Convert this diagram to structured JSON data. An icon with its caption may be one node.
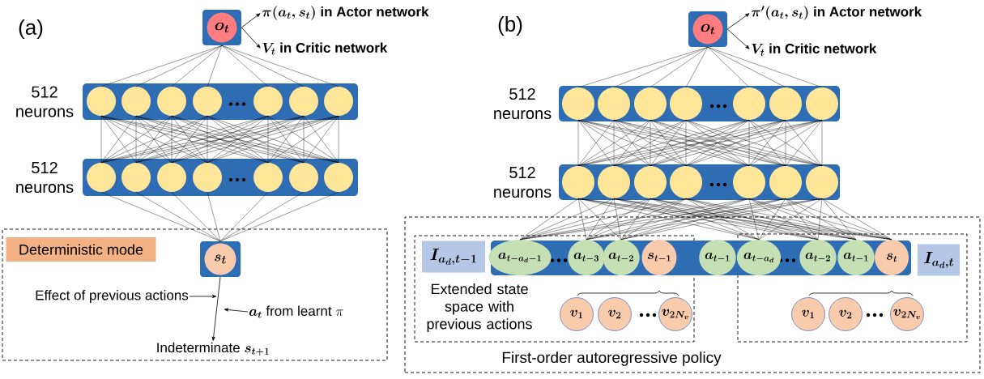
{
  "diagram": {
    "nodes": [
      {
        "text": [
          "o_t"
        ]
      },
      {
        "text": [
          "\\pi(a_t, s_t)\\text{ in Actor network}"
        ]
      },
      {
        "text": [
          "V_t\\text{ in Critic network}"
        ]
      },
      {
        "text": [],
        "shape": "bar",
        "beside": [
          "512 neurons"
        ]
      },
      {
        "text": [],
        "shape": "circle",
        "in": 3
      },
      {
        "text": [],
        "shape": "circle",
        "in": 3
      },
      {
        "text": [],
        "shape": "circle",
        "in": 3
      },
      {
        "text": [],
        "shape": "circle",
        "in": 3
      },
      {
        "text": [],
        "shape": "circle",
        "in": 3
      },
      {
        "text": [],
        "shape": "circle",
        "in": 3
      },
      {
        "text": [],
        "shape": "circle",
        "in": 3
      },
      {
        "text": [],
        "shape": "bar",
        "beside": [
          "512 neurons"
        ]
      },
      {
        "text": [],
        "shape": "circle",
        "in": 11
      },
      {
        "text": [],
        "shape": "circle",
        "in": 11
      },
      {
        "text": [],
        "shape": "circle",
        "in": 11
      },
      {
        "text": [],
        "shape": "circle",
        "in": 11
      },
      {
        "text": [],
        "shape": "circle",
        "in": 11
      },
      {
        "text": [],
        "shape": "circle",
        "in": 11
      },
      {
        "text": [],
        "shape": "circle",
        "in": 11
      },
      {
        "text": [],
        "shape": "box"
      },
      {
        "text": [
          "Deterministic mode"
        ],
        "in": 19
      },
      {
        "text": [
          "s_t"
        ],
        "in": 19
      },
      {
        "text": [
          "Effect of previous actions"
        ],
        "in": 19
      },
      {
        "text": [
          "\\boldsymbol{a_t}\\text{ from learnt }\\pi"
        ],
        "in": 19
      },
      {
        "text": [
          "\\text{Indeterminate }\\boldsymbol{s_{t+1}}"
        ],
        "in": 19
      },
      {
        "text": [
          "o_t"
        ]
      },
      {
        "text": [
          "\\pi'(a_t, s_t)\\text{ in Actor network}"
        ]
      },
      {
        "text": [
          "V_t\\text{ in Critic network}"
        ]
      },
      {
        "text": [],
        "shape": "bar",
        "beside": [
          "512 neurons"
        ]
      },
      {
        "text": [],
        "shape": "circle",
        "in": 28
      },
      {
        "text": [],
        "shape": "circle",
        "in": 28
      },
      {
        "text": [],
        "shape": "circle",
        "in": 28
      },
      {
        "text": [],
        "shape": "circle",
        "in": 28
      },
      {
        "text": [],
        "shape": "circle",
        "in": 28
      },
      {
        "text": [],
        "shape": "circle",
        "in": 28
      },
      {
        "text": [],
        "shape": "circle",
        "in": 28
      },
      {
        "text": [],
        "shape": "bar",
        "beside": [
          "512 neurons"
        ]
      },
      {
        "text": [],
        "shape": "circle",
        "in": 36
      },
      {
        "text": [],
        "shape": "circle",
        "in": 36
      },
      {
        "text": [],
        "shape": "circle",
        "in": 36
      },
      {
        "text": [],
        "shape": "circle",
        "in": 36
      },
      {
        "text": [],
        "shape": "circle",
        "in": 36
      },
      {
        "text": [],
        "shape": "circle",
        "in": 36
      },
      {
        "text": [],
        "shape": "circle",
        "in": 36
      },
      {
        "text": [
          "First-order autoregressive policy"
        ]
      },
      {
        "text": [
          "Extended state space with previous actions"
        ],
        "in": 44
      },
      {
        "text": [],
        "shape": "bar",
        "in": 44
      },
      {
        "text": [
          "a_{t-a_d-1}"
        ]
      },
      {
        "text": [
          "a_{t-3}"
        ]
      },
      {
        "text": [
          "a_{t-2}"
        ]
      },
      {
        "text": [
          "s_{t-1}"
        ]
      },
      {
        "text": [
          "a_{t-1}"
        ],
        "in": 46
      },
      {
        "text": [
          "a_{t-a_d}"
        ]
      },
      {
        "text": [
          "a_{t-2}"
        ]
      },
      {
        "text": [
          "a_{t-1}"
        ]
      },
      {
        "text": [
          "s_t"
        ]
      },
      {
        "text": [
          "I_{a_d,t-1}"
        ],
        "in": 45
      },
      {
        "text": [
          "v_1"
        ],
        "in": 45
      },
      {
        "text": [
          "v_2"
        ],
        "in": 45
      },
      {
        "text": [
          "v_{2N_v}"
        ],
        "in": 45
      },
      {
        "text": [],
        "shape": "box",
        "in": 44
      },
      {
        "text": [
          "I_{a_d,t}"
        ],
        "in": 60
      },
      {
        "text": [
          "v_1"
        ],
        "in": 60
      },
      {
        "text": [
          "v_2"
        ],
        "in": 60
      },
      {
        "text": [
          "v_{2N_v}"
        ],
        "in": 60
      }
    ],
    "edges": [
      {
        "from": 0,
        "to": 1,
        "arrow": "to"
      },
      {
        "from": 0,
        "to": 2,
        "arrow": "to"
      },
      {
        "from": 0,
        "to": 4,
        "arrow": "none"
      },
      {
        "from": 0,
        "to": 5,
        "arrow": "none"
      },
      {
        "from": 0,
        "to": 6,
        "arrow": "none"
      },
      {
        "from": 0,
        "to": 7,
        "arrow": "none"
      },
      {
        "from": 0,
        "to": 8,
        "arrow": "none"
      },
      {
        "from": 0,
        "to": 9,
        "arrow": "none"
      },
      {
        "from": 0,
        "to": 10,
        "arrow": "none"
      },
      {
        "from": 4,
        "to": 12,
        "arrow": "none"
      },
      {
        "from": 4,
        "to": 13,
        "arrow": "none"
      },
      {
        "from": 4,
        "to": 14,
        "arrow": "none"
      },
      {
        "from": 4,
        "to": 15,
        "arrow": "none"
      },
      {
        "from": 4,
        "to": 16,
        "arrow": "none"
      },
      {
        "from": 4,
        "to": 17,
        "arrow": "none"
      },
      {
        "from": 4,
        "to": 18,
        "arrow": "none"
      },
      {
        "from": 5,
        "to": 12,
        "arrow": "none"
      },
      {
        "from": 5,
        "to": 13,
        "arrow": "none"
      },
      {
        "from": 5,
        "to": 14,
        "arrow": "none"
      },
      {
        "from": 5,
        "to": 15,
        "arrow": "none"
      },
      {
        "from": 5,
        "to": 16,
        "arrow": "none"
      },
      {
        "from": 5,
        "to": 17,
        "arrow": "none"
      },
      {
        "from": 5,
        "to": 18,
        "arrow": "none"
      },
      {
        "from": 6,
        "to": 12,
        "arrow": "none"
      },
      {
        "from": 6,
        "to": 13,
        "arrow": "none"
      },
      {
        "from": 6,
        "to": 14,
        "arrow": "none"
      },
      {
        "from": 6,
        "to": 15,
        "arrow": "none"
      },
      {
        "from": 6,
        "to": 16,
        "arrow": "none"
      },
      {
        "from": 6,
        "to": 17,
        "arrow": "none"
      },
      {
        "from": 6,
        "to": 18,
        "arrow": "none"
      },
      {
        "from": 7,
        "to": 12,
        "arrow": "none"
      },
      {
        "from": 7,
        "to": 13,
        "arrow": "none"
      },
      {
        "from": 7,
        "to": 14,
        "arrow": "none"
      },
      {
        "from": 7,
        "to": 15,
        "arrow": "none"
      },
      {
        "from": 7,
        "to": 16,
        "arrow": "none"
      },
      {
        "from": 7,
        "to": 17,
        "arrow": "none"
      },
      {
        "from": 7,
        "to": 18,
        "arrow": "none"
      },
      {
        "from": 8,
        "to": 12,
        "arrow": "none"
      },
      {
        "from": 8,
        "to": 13,
        "arrow": "none"
      },
      {
        "from": 8,
        "to": 14,
        "arrow": "none"
      },
      {
        "from": 8,
        "to": 15,
        "arrow": "none"
      },
      {
        "from": 8,
        "to": 16,
        "arrow": "none"
      },
      {
        "from": 8,
        "to": 17,
        "arrow": "none"
      },
      {
        "from": 8,
        "to": 18,
        "arrow": "none"
      },
      {
        "from": 9,
        "to": 12,
        "arrow": "none"
      },
      {
        "from": 9,
        "to": 13,
        "arrow": "none"
      },
      {
        "from": 9,
        "to": 14,
        "arrow": "none"
      },
      {
        "from": 9,
        "to": 15,
        "arrow": "none"
      },
      {
        "from": 9,
        "to": 16,
        "arrow": "none"
      },
      {
        "from": 9,
        "to": 17,
        "arrow": "none"
      },
      {
        "from": 9,
        "to": 18,
        "arrow": "none"
      },
      {
        "from": 10,
        "to": 12,
        "arrow": "none"
      },
      {
        "from": 10,
        "to": 13,
        "arrow": "none"
      },
      {
        "from": 10,
        "to": 14,
        "arrow": "none"
      },
      {
        "from": 10,
        "to": 15,
        "arrow": "none"
      },
      {
        "from": 10,
        "to": 16,
        "arrow": "none"
      },
      {
        "from": 10,
        "to": 17,
        "arrow": "none"
      },
      {
        "from": 10,
        "to": 18,
        "arrow": "none"
      },
      {
        "from": 12,
        "to": 21,
        "arrow": "none"
      },
      {
        "from": 13,
        "to": 21,
        "arrow": "none"
      },
      {
        "from": 14,
        "to": 21,
        "arrow": "none"
      },
      {
        "from": 15,
        "to": 21,
        "arrow": "none"
      },
      {
        "from": 16,
        "to": 21,
        "arrow": "none"
      },
      {
        "from": 17,
        "to": 21,
        "arrow": "none"
      },
      {
        "from": 18,
        "to": 21,
        "arrow": "none"
      },
      {
        "from": 21,
        "to": 24,
        "arrow": "to"
      },
      {
        "from": 22,
        "to": null,
        "arrow": "to"
      },
      {
        "from": 23,
        "to": null,
        "arrow": "to"
      },
      {
        "from": 25,
        "to": 26,
        "arrow": "to"
      },
      {
        "from": 25,
        "to": 27,
        "arrow": "to"
      },
      {
        "from": 25,
        "to": 29,
        "arrow": "none"
      },
      {
        "from": 25,
        "to": 30,
        "arrow": "none"
      },
      {
        "from": 25,
        "to": 31,
        "arrow": "none"
      },
      {
        "from": 25,
        "to": 32,
        "arrow": "none"
      },
      {
        "from": 25,
        "to": 33,
        "arrow": "none"
      },
      {
        "from": 25,
        "to": 34,
        "arrow": "none"
      },
      {
        "from": 25,
        "to": 35,
        "arrow": "none"
      },
      {
        "from": 29,
        "to": 37,
        "arrow": "none"
      },
      {
        "from": 29,
        "to": 38,
        "arrow": "none"
      },
      {
        "from": 29,
        "to": 39,
        "arrow": "none"
      },
      {
        "from": 29,
        "to": 40,
        "arrow": "none"
      },
      {
        "from": 29,
        "to": 41,
        "arrow": "none"
      },
      {
        "from": 29,
        "to": 42,
        "arrow": "none"
      },
      {
        "from": 29,
        "to": 43,
        "arrow": "none"
      },
      {
        "from": 30,
        "to": 37,
        "arrow": "none"
      },
      {
        "from": 30,
        "to": 38,
        "arrow": "none"
      },
      {
        "from": 30,
        "to": 39,
        "arrow": "none"
      },
      {
        "from": 30,
        "to": 40,
        "arrow": "none"
      },
      {
        "from": 30,
        "to": 41,
        "arrow": "none"
      },
      {
        "from": 30,
        "to": 42,
        "arrow": "none"
      },
      {
        "from": 30,
        "to": 43,
        "arrow": "none"
      },
      {
        "from": 31,
        "to": 37,
        "arrow": "none"
      },
      {
        "from": 31,
        "to": 38,
        "arrow": "none"
      },
      {
        "from": 31,
        "to": 39,
        "arrow": "none"
      },
      {
        "from": 31,
        "to": 40,
        "arrow": "none"
      },
      {
        "from": 31,
        "to": 41,
        "arrow": "none"
      },
      {
        "from": 31,
        "to": 42,
        "arrow": "none"
      },
      {
        "from": 31,
        "to": 43,
        "arrow": "none"
      },
      {
        "from": 32,
        "to": 37,
        "arrow": "none"
      },
      {
        "from": 32,
        "to": 38,
        "arrow": "none"
      },
      {
        "from": 32,
        "to": 39,
        "arrow": "none"
      },
      {
        "from": 32,
        "to": 40,
        "arrow": "none"
      },
      {
        "from": 32,
        "to": 41,
        "arrow": "none"
      },
      {
        "from": 32,
        "to": 42,
        "arrow": "none"
      },
      {
        "from": 32,
        "to": 43,
        "arrow": "none"
      },
      {
        "from": 33,
        "to": 37,
        "arrow": "none"
      },
      {
        "from": 33,
        "to": 38,
        "arrow": "none"
      },
      {
        "from": 33,
        "to": 39,
        "arrow": "none"
      },
      {
        "from": 33,
        "to": 40,
        "arrow": "none"
      },
      {
        "from": 33,
        "to": 41,
        "arrow": "none"
      },
      {
        "from": 33,
        "to": 42,
        "arrow": "none"
      },
      {
        "from": 33,
        "to": 43,
        "arrow": "none"
      },
      {
        "from": 34,
        "to": 37,
        "arrow": "none"
      },
      {
        "from": 34,
        "to": 38,
        "arrow": "none"
      },
      {
        "from": 34,
        "to": 39,
        "arrow": "none"
      },
      {
        "from": 34,
        "to": 40,
        "arrow": "none"
      },
      {
        "from": 34,
        "to": 41,
        "arrow": "none"
      },
      {
        "from": 34,
        "to": 42,
        "arrow": "none"
      },
      {
        "from": 34,
        "to": 43,
        "arrow": "none"
      },
      {
        "from": 35,
        "to": 37,
        "arrow": "none"
      },
      {
        "from": 35,
        "to": 38,
        "arrow": "none"
      },
      {
        "from": 35,
        "to": 39,
        "arrow": "none"
      },
      {
        "from": 35,
        "to": 40,
        "arrow": "none"
      },
      {
        "from": 35,
        "to": 41,
        "arrow": "none"
      },
      {
        "from": 35,
        "to": 42,
        "arrow": "none"
      },
      {
        "from": 35,
        "to": 43,
        "arrow": "none"
      },
      {
        "from": 37,
        "to": 47,
        "arrow": "none"
      },
      {
        "from": 37,
        "to": 48,
        "arrow": "none"
      },
      {
        "from": 37,
        "to": 49,
        "arrow": "none"
      },
      {
        "from": 37,
        "to": 52,
        "arrow": "none"
      },
      {
        "from": 37,
        "to": 53,
        "arrow": "none"
      },
      {
        "from": 37,
        "to": 54,
        "arrow": "none"
      },
      {
        "from": 37,
        "to": 55,
        "arrow": "none"
      },
      {
        "from": 38,
        "to": 47,
        "arrow": "none"
      },
      {
        "from": 38,
        "to": 48,
        "arrow": "none"
      },
      {
        "from": 38,
        "to": 49,
        "arrow": "none"
      },
      {
        "from": 38,
        "to": 52,
        "arrow": "none"
      },
      {
        "from": 38,
        "to": 53,
        "arrow": "none"
      },
      {
        "from": 38,
        "to": 54,
        "arrow": "none"
      },
      {
        "from": 38,
        "to": 55,
        "arrow": "none"
      },
      {
        "from": 39,
        "to": 47,
        "arrow": "none"
      },
      {
        "from": 39,
        "to": 48,
        "arrow": "none"
      },
      {
        "from": 39,
        "to": 49,
        "arrow": "none"
      },
      {
        "from": 39,
        "to": 52,
        "arrow": "none"
      },
      {
        "from": 39,
        "to": 53,
        "arrow": "none"
      },
      {
        "from": 39,
        "to": 54,
        "arrow": "none"
      },
      {
        "from": 39,
        "to": 55,
        "arrow": "none"
      },
      {
        "from": 40,
        "to": 47,
        "arrow": "none"
      },
      {
        "from": 40,
        "to": 48,
        "arrow": "none"
      },
      {
        "from": 40,
        "to": 49,
        "arrow": "none"
      },
      {
        "from": 40,
        "to": 52,
        "arrow": "none"
      },
      {
        "from": 40,
        "to": 53,
        "arrow": "none"
      },
      {
        "from": 40,
        "to": 54,
        "arrow": "none"
      },
      {
        "from": 40,
        "to": 55,
        "arrow": "none"
      },
      {
        "from": 41,
        "to": 47,
        "arrow": "none"
      },
      {
        "from": 41,
        "to": 48,
        "arrow": "none"
      },
      {
        "from": 41,
        "to": 49,
        "arrow": "none"
      },
      {
        "from": 41,
        "to": 52,
        "arrow": "none"
      },
      {
        "from": 41,
        "to": 53,
        "arrow": "none"
      },
      {
        "from": 41,
        "to": 54,
        "arrow": "none"
      },
      {
        "from": 41,
        "to": 55,
        "arrow": "none"
      },
      {
        "from": 42,
        "to": 47,
        "arrow": "none"
      },
      {
        "from": 42,
        "to": 48,
        "arrow": "none"
      },
      {
        "from": 42,
        "to": 49,
        "arrow": "none"
      },
      {
        "from": 42,
        "to": 52,
        "arrow": "none"
      },
      {
        "from": 42,
        "to": 53,
        "arrow": "none"
      },
      {
        "from": 42,
        "to": 54,
        "arrow": "none"
      },
      {
        "from": 42,
        "to": 55,
        "arrow": "none"
      },
      {
        "from": 43,
        "to": 47,
        "arrow": "none"
      },
      {
        "from": 43,
        "to": 48,
        "arrow": "none"
      },
      {
        "from": 43,
        "to": 49,
        "arrow": "none"
      },
      {
        "from": 43,
        "to": 52,
        "arrow": "none"
      },
      {
        "from": 43,
        "to": 53,
        "arrow": "none"
      },
      {
        "from": 43,
        "to": 54,
        "arrow": "none"
      },
      {
        "from": 43,
        "to": 55,
        "arrow": "none"
      }
    ],
    "labels": [
      "(a)",
      "(b)"
    ]
  }
}
